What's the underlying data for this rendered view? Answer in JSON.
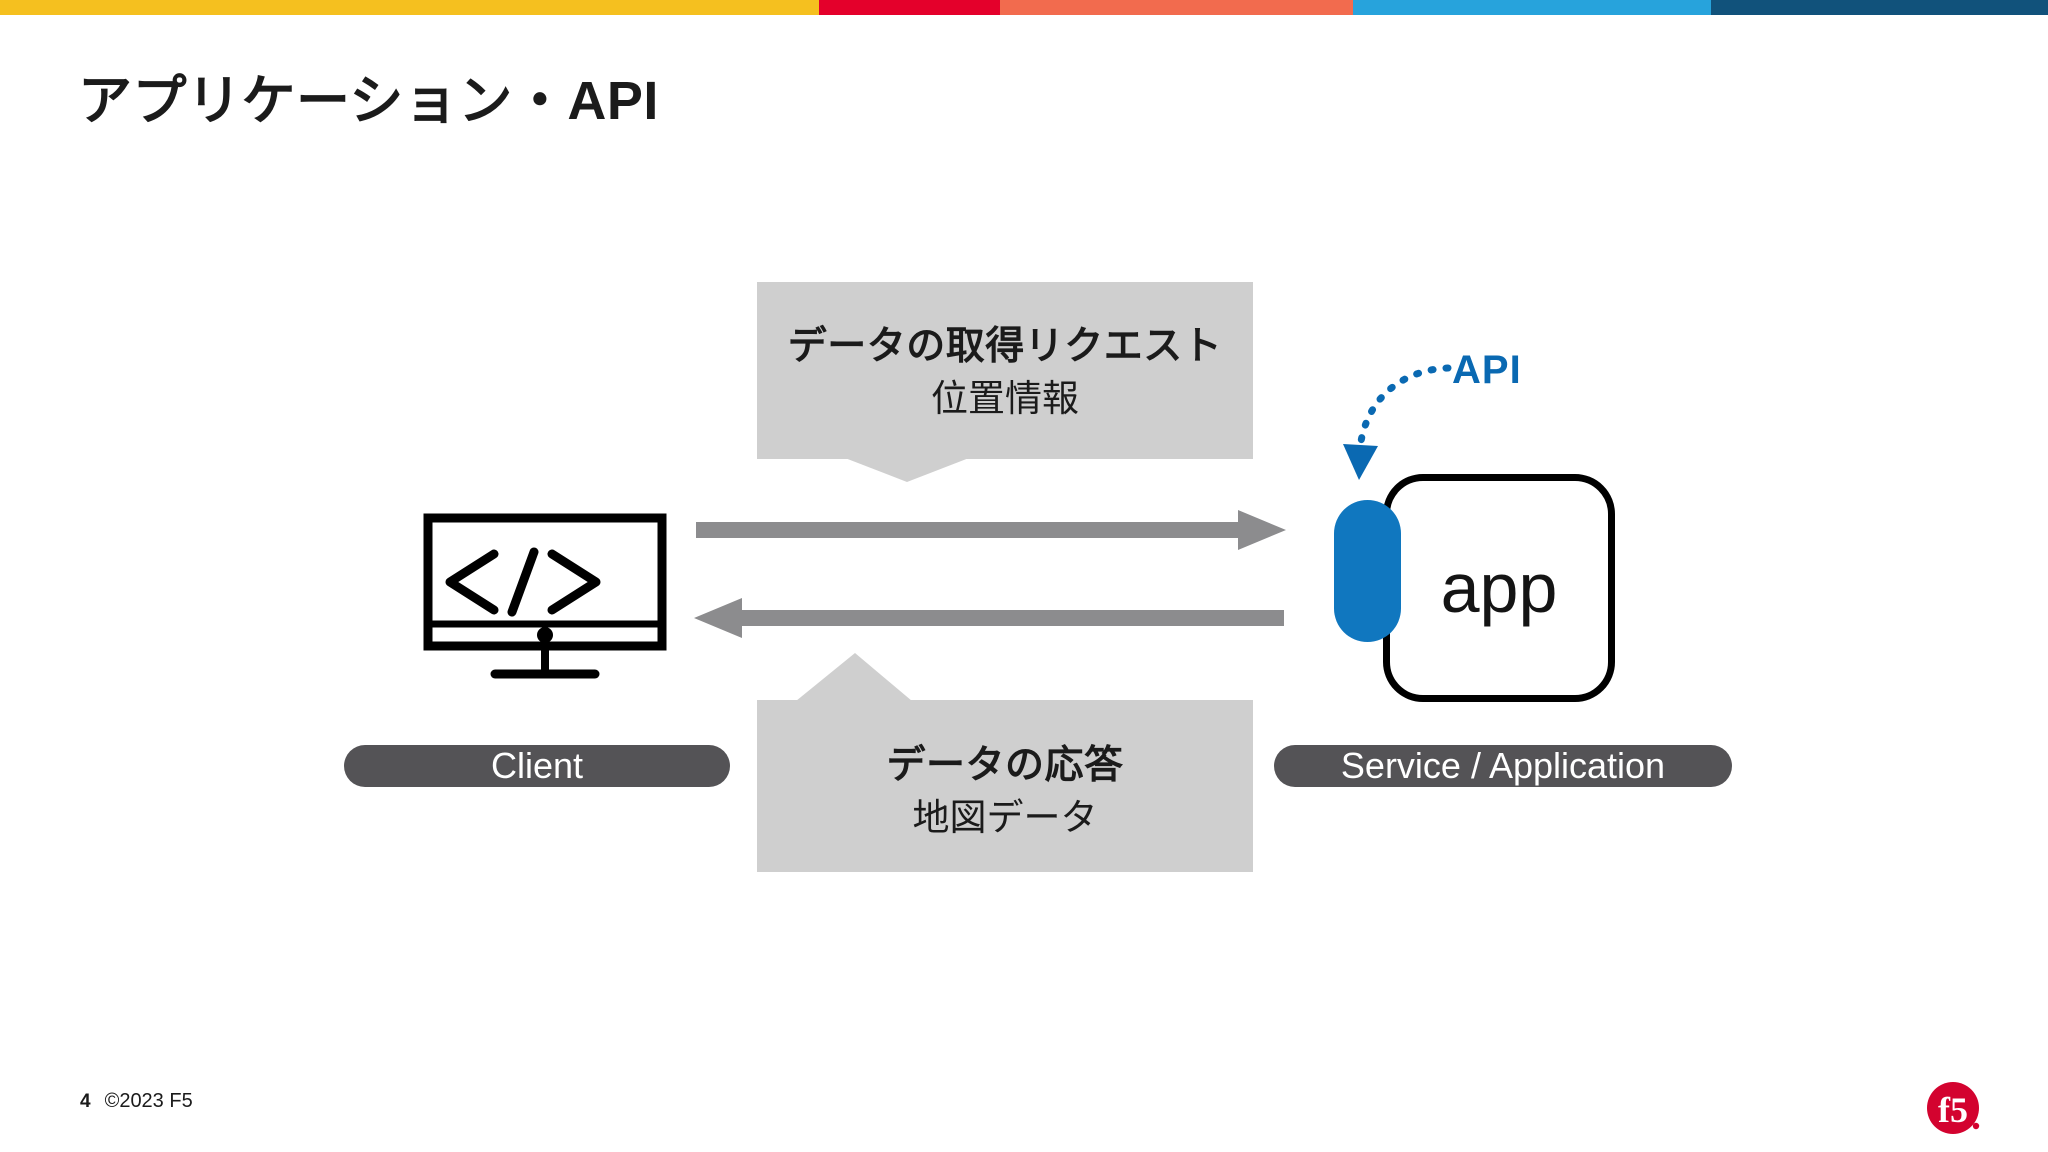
{
  "slide": {
    "title": "アプリケーション・API",
    "page_number": "4",
    "copyright": "©2023 F5",
    "logo_text": "f5",
    "accent_colors": [
      "#f5c01f",
      "#e4002b",
      "#f26b4e",
      "#27a3dc",
      "#11527b"
    ],
    "accent_segments": [
      {
        "name": "yellow",
        "color": "#f5c01f",
        "width_pct": 40.0
      },
      {
        "name": "red",
        "color": "#e4002b",
        "width_pct": 8.85
      },
      {
        "name": "orange",
        "color": "#f26b4e",
        "width_pct": 17.2
      },
      {
        "name": "light-blue",
        "color": "#27a3dc",
        "width_pct": 17.5
      },
      {
        "name": "dark-blue",
        "color": "#11527b",
        "width_pct": 16.45
      }
    ]
  },
  "diagram": {
    "request_callout": {
      "line1": "データの取得リクエスト",
      "line2": "位置情報",
      "fill": "#cfcfcf"
    },
    "response_callout": {
      "line1": "データの応答",
      "line2": "地図データ",
      "fill": "#cfcfcf"
    },
    "client": {
      "icon_label": "</>",
      "pill_label": "Client",
      "pill_fill": "#545356"
    },
    "service": {
      "app_label": "app",
      "pill_label": "Service / Application",
      "pill_fill": "#545356",
      "api_badge_color": "#1077bf"
    },
    "api_annotation": {
      "label": "API",
      "color": "#0a69b2"
    },
    "arrows": {
      "request_direction": "right",
      "response_direction": "left",
      "color": "#8c8c8e"
    }
  }
}
